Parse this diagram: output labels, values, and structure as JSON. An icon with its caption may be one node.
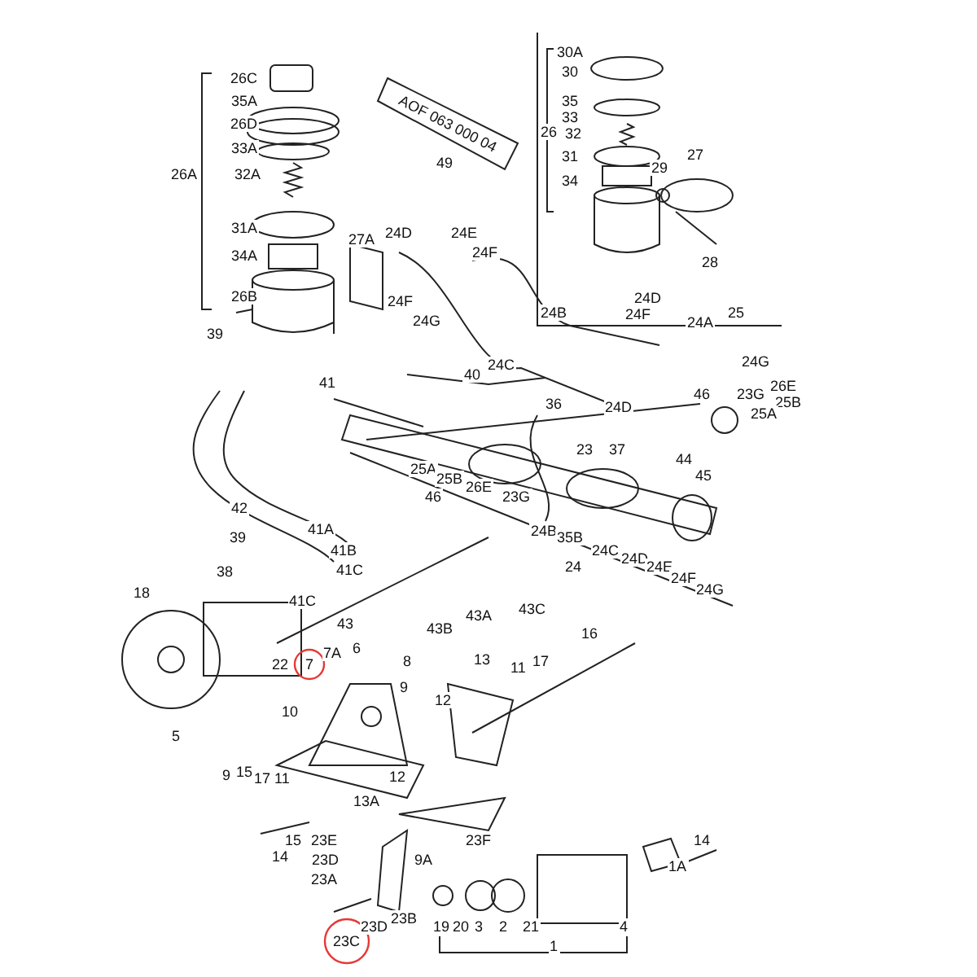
{
  "diagram": {
    "labels": [
      "26C",
      "35A",
      "26D",
      "33A",
      "26A",
      "32A",
      "31A",
      "34A",
      "26B",
      "AOF 063 000 04",
      "49",
      "30A",
      "30",
      "35",
      "33",
      "26",
      "32",
      "31",
      "34",
      "29",
      "27",
      "28",
      "27A",
      "24D",
      "24E",
      "24F",
      "24F",
      "24G",
      "24B",
      "24D",
      "24F",
      "24A",
      "25",
      "39",
      "41",
      "24C",
      "40",
      "24D",
      "24G",
      "26E",
      "46",
      "23G",
      "25B",
      "25A",
      "36",
      "23",
      "37",
      "44",
      "45",
      "25A",
      "25B",
      "26E",
      "46",
      "23G",
      "24B",
      "35B",
      "24",
      "24C",
      "24D",
      "24E",
      "24F",
      "24G",
      "42",
      "41A",
      "39",
      "41B",
      "38",
      "41C",
      "18",
      "41C",
      "43",
      "43B",
      "43A",
      "43C",
      "22",
      "7",
      "7A",
      "6",
      "8",
      "16",
      "13",
      "11",
      "17",
      "9",
      "10",
      "12",
      "5",
      "9",
      "15",
      "17",
      "11",
      "12",
      "13A",
      "15",
      "23E",
      "23F",
      "14",
      "14",
      "23D",
      "9A",
      "1A",
      "23A",
      "23D",
      "23B",
      "19",
      "20",
      "3",
      "2",
      "21",
      "4",
      "23C",
      "1"
    ]
  }
}
